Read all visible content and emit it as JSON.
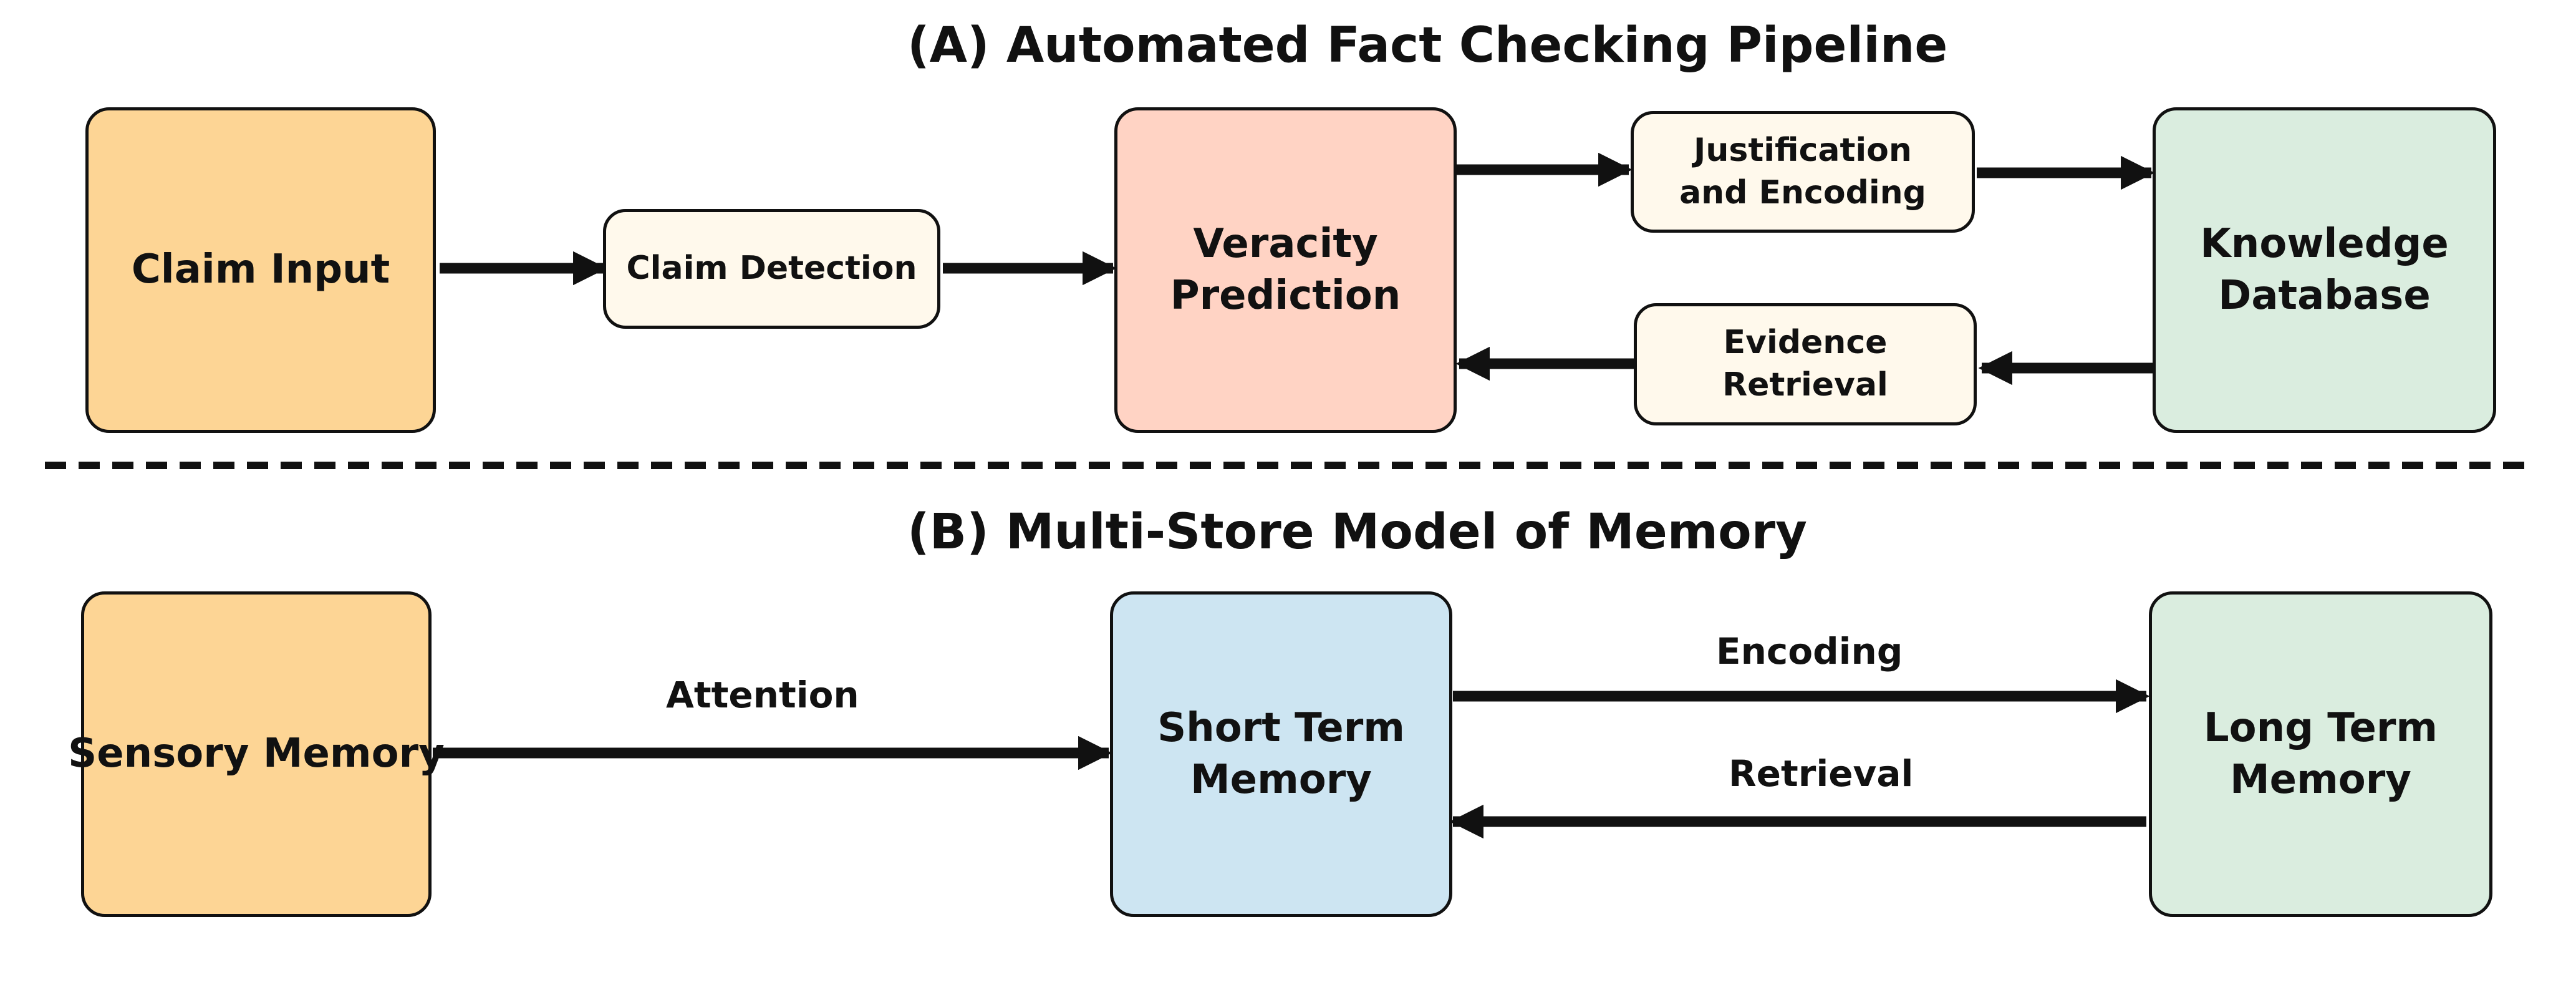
{
  "panel_a": {
    "title": "(A)  Automated Fact Checking Pipeline",
    "nodes": {
      "claim_input": "Claim Input",
      "claim_detection": "Claim Detection",
      "veracity_prediction": "Veracity Prediction",
      "justification_encoding": "Justification and Encoding",
      "evidence_retrieval": "Evidence Retrieval",
      "knowledge_database": "Knowledge Database"
    }
  },
  "panel_b": {
    "title": "(B)  Multi-Store Model of Memory",
    "nodes": {
      "sensory_memory": "Sensory Memory",
      "short_term_memory": "Short Term Memory",
      "long_term_memory": "Long Term Memory"
    },
    "edges": {
      "attention": "Attention",
      "encoding": "Encoding",
      "retrieval": "Retrieval"
    }
  },
  "colors": {
    "orange": "#FDD595",
    "cream": "#FFF9EC",
    "salmon": "#FFD3C4",
    "green": "#DAEDDF",
    "blue": "#CDE5F2",
    "stroke": "#111111"
  }
}
